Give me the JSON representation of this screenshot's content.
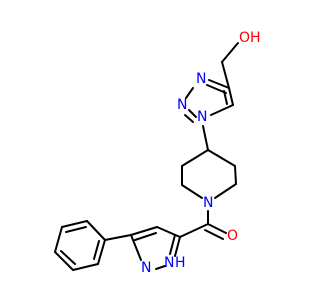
{
  "colors": {
    "bond": "#000000",
    "nitrogen": "#0000ff",
    "oxygen": "#ff0000",
    "carbon": "#000000"
  },
  "atoms": {
    "hydroxyl": "OH",
    "triazole_n1": "N",
    "triazole_n2": "N",
    "triazole_n3": "N",
    "piperidine_n": "N",
    "carbonyl_o": "O",
    "pyrazole_n": "N",
    "pyrazole_nh": "N",
    "pyrazole_h": "H"
  }
}
